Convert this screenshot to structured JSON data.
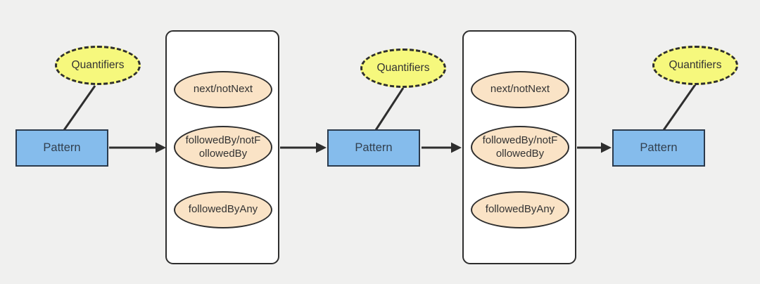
{
  "diagram": {
    "title_hint": "Pattern sequence with quantifiers and contiguity operators",
    "patterns": [
      {
        "label": "Pattern"
      },
      {
        "label": "Pattern"
      },
      {
        "label": "Pattern"
      }
    ],
    "quantifiers": [
      {
        "label": "Quantifiers"
      },
      {
        "label": "Quantifiers"
      },
      {
        "label": "Quantifiers"
      }
    ],
    "operator_groups": [
      {
        "options": [
          {
            "label": "next/notNext"
          },
          {
            "label": "followedBy/notFollowedBy"
          },
          {
            "label": "followedByAny"
          }
        ]
      },
      {
        "options": [
          {
            "label": "next/notNext"
          },
          {
            "label": "followedBy/notFollowedBy"
          },
          {
            "label": "followedByAny"
          }
        ]
      }
    ]
  },
  "colors": {
    "background": "#f0f0ef",
    "stroke": "#2e2e2e",
    "pattern_fill": "#85bcec",
    "pattern_stroke": "#2b3a4c",
    "pattern_text": "#32404f",
    "quantifier_fill": "#f6f87d",
    "option_fill": "#fae3c6",
    "container_fill": "#ffffff",
    "label_text": "#333333"
  }
}
